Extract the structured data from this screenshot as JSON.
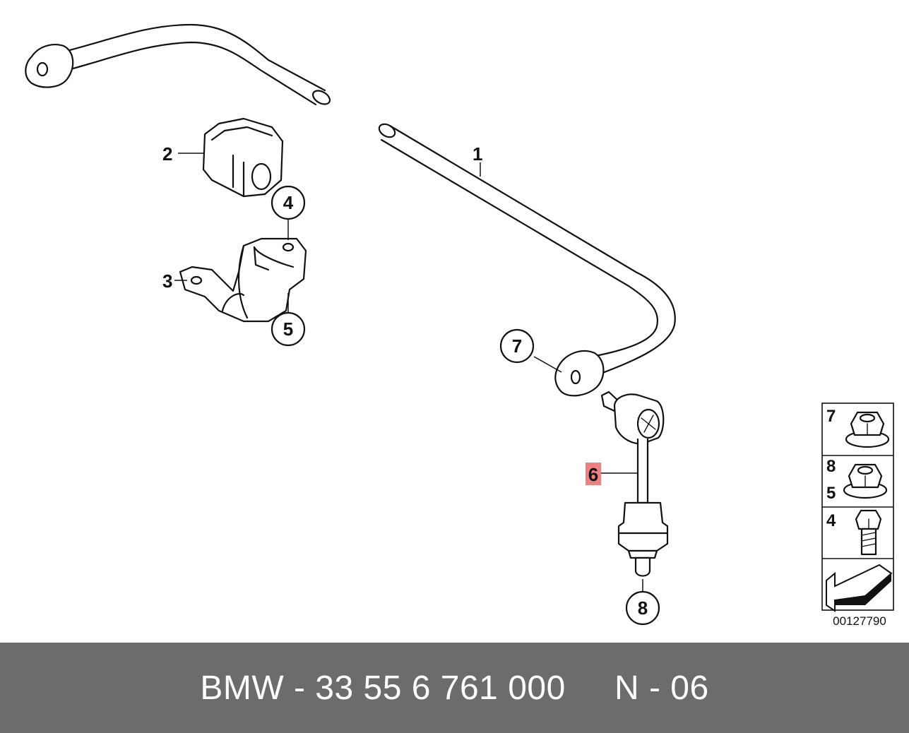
{
  "diagram": {
    "callouts": {
      "c1": "1",
      "c2": "2",
      "c3": "3",
      "c4": "4",
      "c5": "5",
      "c6": "6",
      "c7": "7",
      "c8": "8"
    },
    "legend": {
      "row1": [
        "7"
      ],
      "row2": [
        "8",
        "5"
      ],
      "row3": [
        "4"
      ]
    },
    "diagram_id": "00127790",
    "highlight_color": "#f08080"
  },
  "footer": {
    "brand": "BMW",
    "separator": " - ",
    "part_number": "33 55 6 761 000",
    "gap": "     ",
    "position_label": "N - 06"
  }
}
